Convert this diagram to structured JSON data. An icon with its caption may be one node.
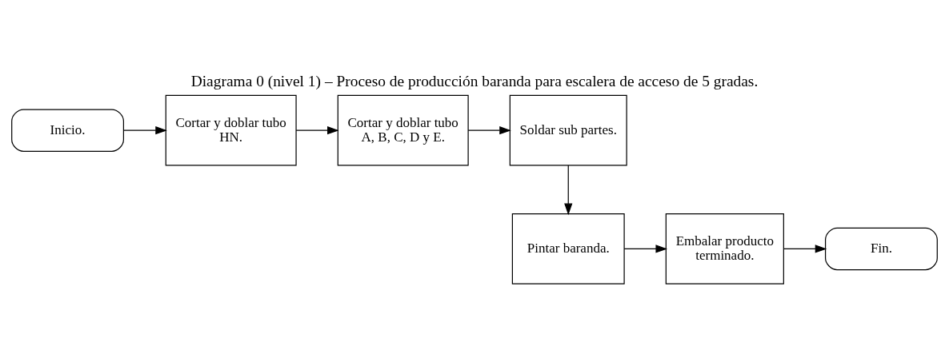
{
  "diagram": {
    "title": "Diagrama 0 (nivel 1) – Proceso de producción baranda para escalera de acceso de 5 gradas.",
    "nodes": [
      {
        "text": [
          "Inicio."
        ]
      },
      {
        "text": [
          "Cortar y doblar tubo HN."
        ]
      },
      {
        "text": [
          "Cortar y doblar tubo A, B, C, D y E."
        ]
      },
      {
        "text": [
          "Soldar sub partes."
        ]
      },
      {
        "text": [
          "Pintar baranda."
        ]
      },
      {
        "text": [
          "Embalar producto terminado."
        ]
      },
      {
        "text": [
          "Fin."
        ]
      }
    ],
    "edges": [
      {
        "from": 0,
        "to": 1,
        "arrow": "to"
      },
      {
        "from": 1,
        "to": 2,
        "arrow": "to"
      },
      {
        "from": 2,
        "to": 3,
        "arrow": "to"
      },
      {
        "from": 3,
        "to": 4,
        "arrow": "to"
      },
      {
        "from": 4,
        "to": 5,
        "arrow": "to"
      },
      {
        "from": 5,
        "to": 6,
        "arrow": "to"
      }
    ]
  }
}
